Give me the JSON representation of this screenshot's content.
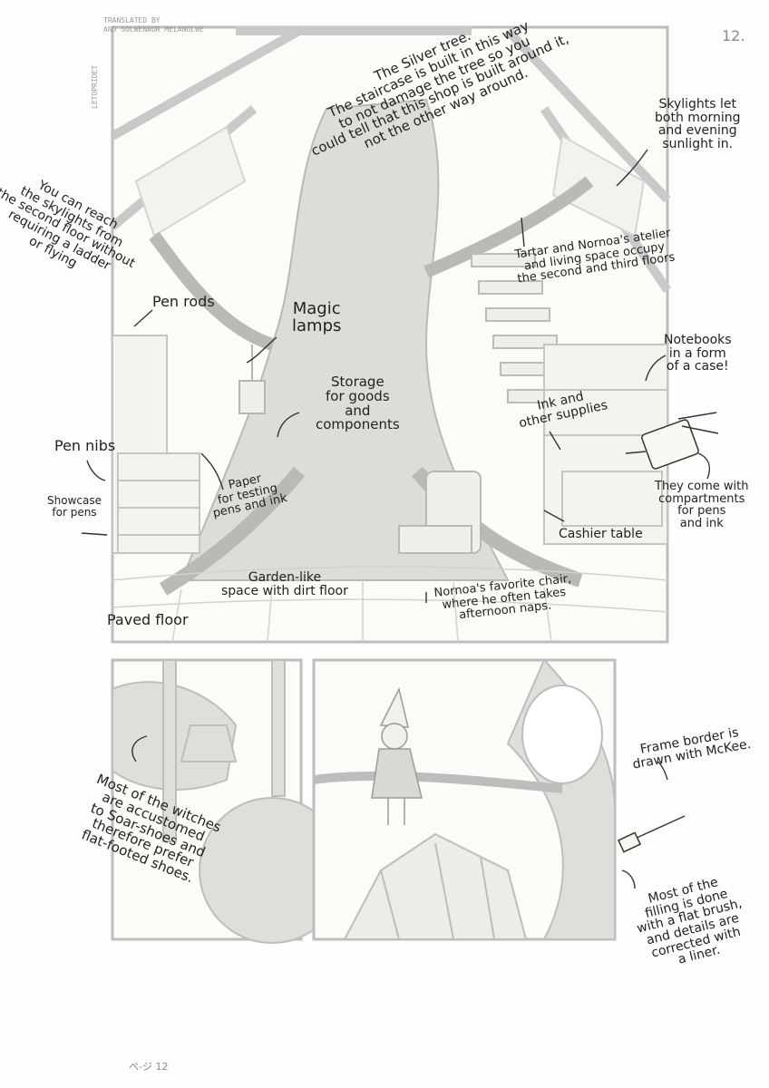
{
  "credits": "TRANSLATED BY\nAND SOLWENAUR MELANOLWE",
  "side_credit": "LETOPRIDET",
  "page_number": "12.",
  "bottom_left": "ペ-ジ 12",
  "notes": {
    "silver_tree": "The Silver tree.\nThe staircase is built in this way\nto not damage the tree so you\ncould tell that this shop is built around it,\nnot the other way around.",
    "reach_skylights": "You can reach\nthe skylights from\nthe second floor without\nrequiring a ladder\nor flying",
    "skylights": "Skylights let\nboth morning\nand evening\nsunlight in.",
    "atelier": "Tartar and Nornoa's atelier\nand living space occupy\nthe second and third floors",
    "pen_rods": "Pen rods",
    "magic_lamps": "Magic\nlamps",
    "storage": "Storage\nfor goods\nand\ncomponents",
    "notebooks": "Notebooks\nin a form\nof a case!",
    "ink_supplies": "Ink and\nother supplies",
    "pen_nibs": "Pen nibs",
    "paper_testing": "Paper\nfor testing\npens and ink",
    "showcase": "Showcase\nfor pens",
    "compartments": "They come with\ncompartments\nfor pens\nand ink",
    "cashier": "Cashier table",
    "garden": "Garden-like\nspace with dirt floor",
    "favorite_chair": "Nornoa's favorite chair,\nwhere he often takes\nafternoon naps.",
    "paved_floor": "Paved floor",
    "witches": "Most of the witches\nare accustomed\nto Soar-shoes and\ntherefore prefer\nflat-footed shoes.",
    "frame_border": "Frame border is\ndrawn with McKee.",
    "flat_brush": "Most of the\nfilling is done\nwith a flat brush,\nand details are\ncorrected with\na liner."
  }
}
